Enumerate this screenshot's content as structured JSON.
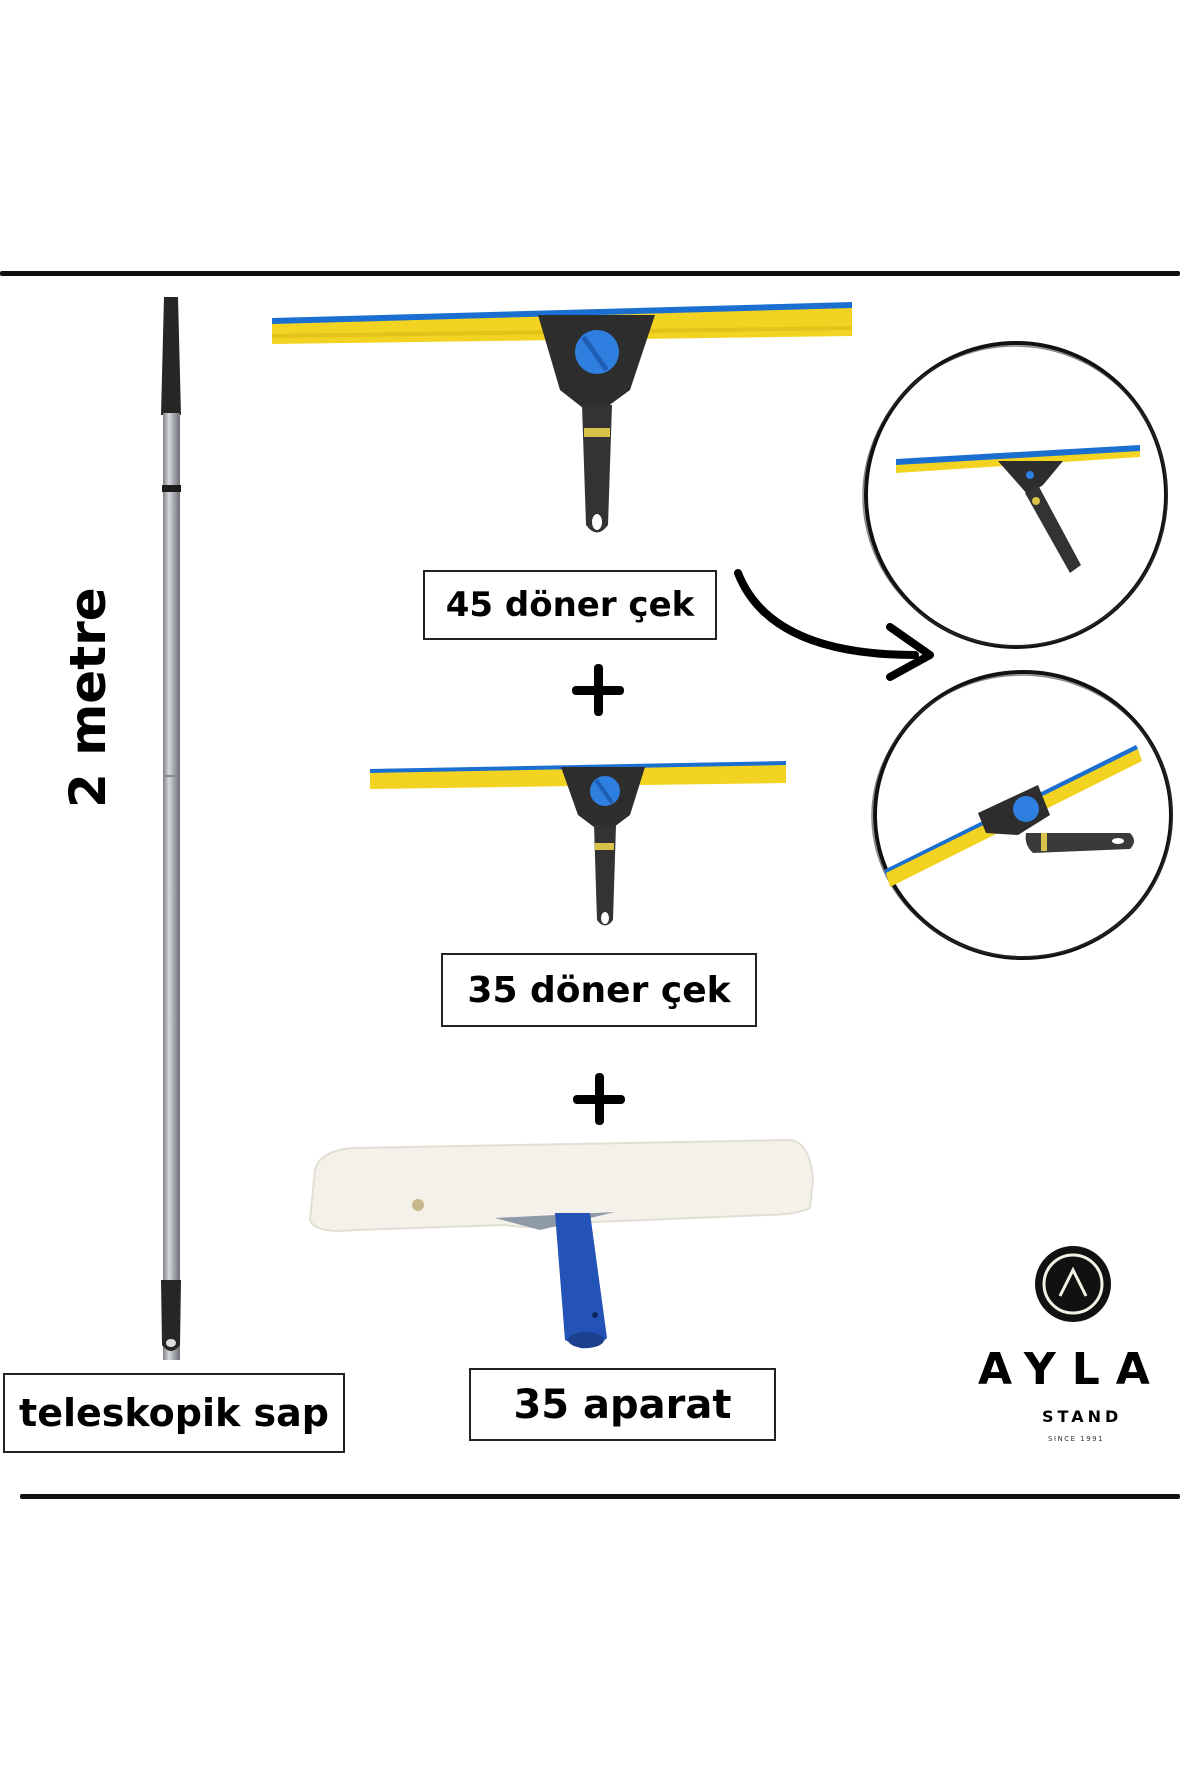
{
  "dimension_label": "2 metre",
  "products": [
    {
      "id": "pole",
      "label": "teleskopik sap"
    },
    {
      "id": "squeegee45",
      "label": "45 döner çek"
    },
    {
      "id": "squeegee35",
      "label": "35 döner çek"
    },
    {
      "id": "washer35",
      "label": "35 aparat"
    }
  ],
  "connectors": {
    "plus_1": "+",
    "plus_2": "+"
  },
  "brand": {
    "name": "AYLA",
    "sub": "STAND",
    "since": "SINCE 1991"
  },
  "colors": {
    "rubber_blue": "#1a6fd1",
    "channel_yellow": "#f2d321",
    "handle_black": "#2a2a2a",
    "knob_blue": "#2f7fe0",
    "pole_silver": "#a9adb3",
    "washer_blue": "#2453b8",
    "sleeve_white": "#f3f1ea"
  }
}
